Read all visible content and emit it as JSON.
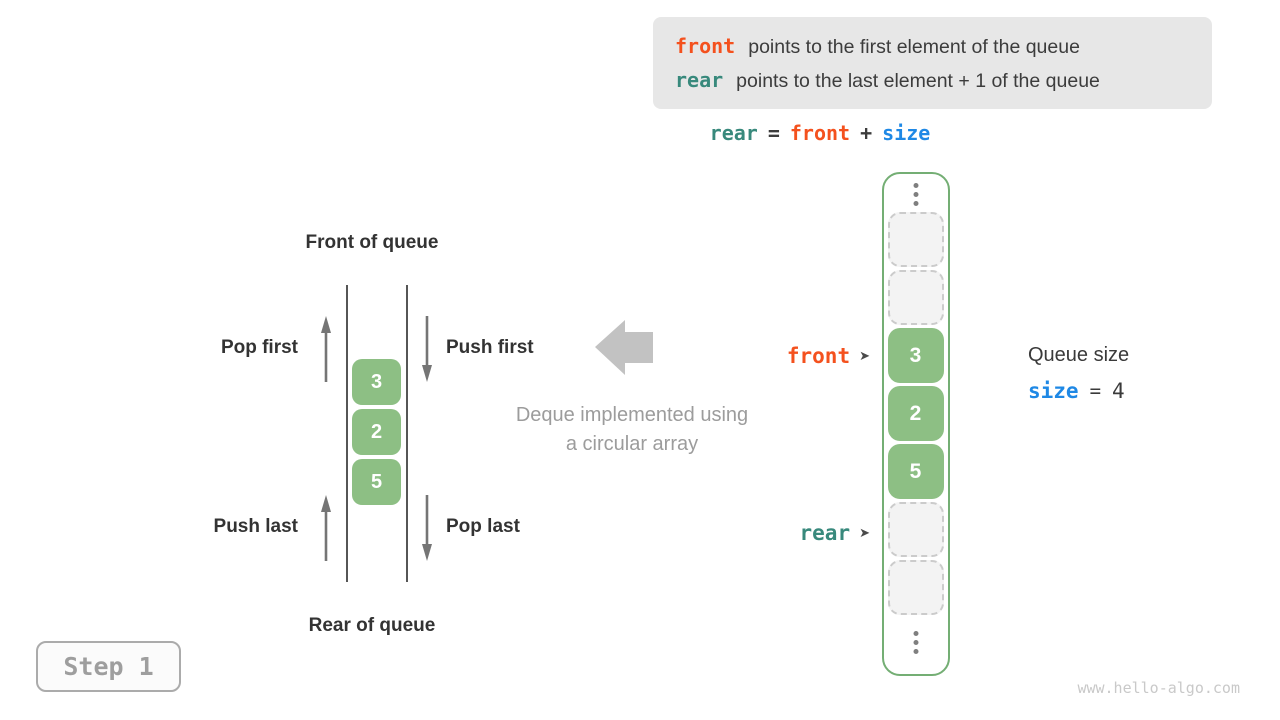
{
  "colors": {
    "front_orange": "#f4511e",
    "rear_teal": "#38897c",
    "size_blue": "#1e88e5",
    "cell_green": "#8dbf84",
    "array_border_green": "#74ae74",
    "info_box_bg": "#e7e7e7",
    "muted_gray_text": "#9c9c9c",
    "dark_text": "#3c3c3c"
  },
  "info_box": {
    "line1_keyword": "front",
    "line1_text": "points to the first element of the queue",
    "line2_keyword": "rear",
    "line2_text": "points to the last element + 1 of the queue"
  },
  "formula": {
    "rear": "rear",
    "eq": "=",
    "front": "front",
    "plus": "+",
    "size": "size"
  },
  "left_queue": {
    "front_of_queue": "Front of queue",
    "rear_of_queue": "Rear of queue",
    "pop_first": "Pop first",
    "push_first": "Push first",
    "push_last": "Push last",
    "pop_last": "Pop last",
    "cells": [
      "3",
      "2",
      "5"
    ]
  },
  "center_caption": {
    "line1": "Deque implemented using",
    "line2": "a circular array"
  },
  "circular_array": {
    "front_pointer": "front",
    "rear_pointer": "rear",
    "pointer_arrow_glyph": "➤",
    "cells": [
      {
        "type": "empty",
        "value": ""
      },
      {
        "type": "empty",
        "value": ""
      },
      {
        "type": "filled",
        "value": "3"
      },
      {
        "type": "filled",
        "value": "2"
      },
      {
        "type": "filled",
        "value": "5"
      },
      {
        "type": "empty",
        "value": ""
      },
      {
        "type": "empty",
        "value": ""
      }
    ]
  },
  "queue_size": {
    "label": "Queue size",
    "keyword": "size",
    "eq": "=",
    "value": "4"
  },
  "step_badge": "Step 1",
  "watermark": "www.hello-algo.com"
}
